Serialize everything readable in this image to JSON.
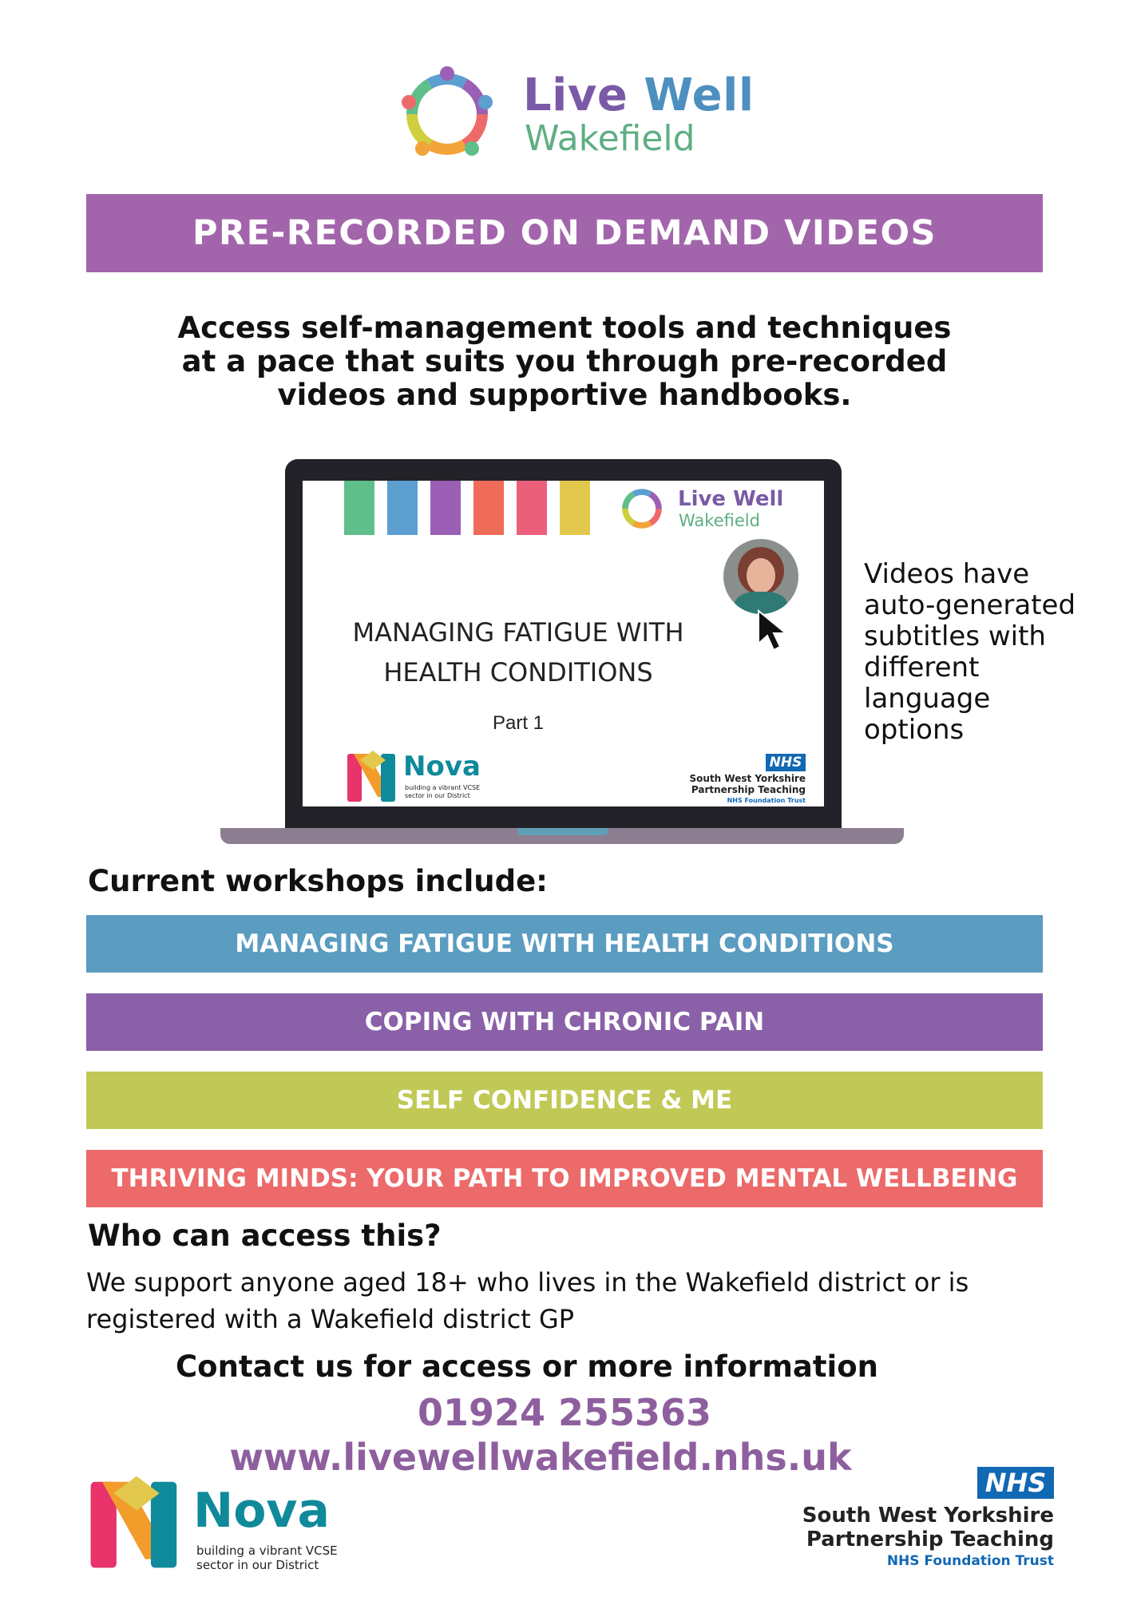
{
  "header": {
    "logo_line1_a": "Live",
    "logo_line1_b": "Well",
    "logo_line2": "Wakefield"
  },
  "banner": "PRE-RECORDED ON DEMAND VIDEOS",
  "intro": [
    "Access self-management tools and techniques",
    "at a pace that suits you through pre-recorded",
    "videos and supportive handbooks."
  ],
  "laptop": {
    "logo_line1": "Live Well",
    "logo_line2": "Wakefield",
    "title_line1": "MANAGING FATIGUE WITH",
    "title_line2": "HEALTH CONDITIONS",
    "part": "Part 1",
    "nova_name": "Nova",
    "nova_tag1": "building a vibrant VCSE",
    "nova_tag2": "sector in our District",
    "nhs_badge": "NHS",
    "nhs_line1": "South West Yorkshire",
    "nhs_line2": "Partnership Teaching",
    "nhs_trust": "NHS Foundation Trust"
  },
  "side_note": [
    "Videos have",
    "auto-generated",
    "subtitles with",
    "different",
    "language",
    "options"
  ],
  "workshops_heading": "Current workshops include:",
  "workshops": [
    {
      "label": "MANAGING FATIGUE WITH HEALTH CONDITIONS",
      "color": "#5b9cc1"
    },
    {
      "label": "COPING WITH CHRONIC PAIN",
      "color": "#8a60a8"
    },
    {
      "label": "SELF CONFIDENCE & ME",
      "color": "#c1c956"
    },
    {
      "label": "THRIVING MINDS: YOUR PATH TO IMPROVED MENTAL WELLBEING",
      "color": "#ec6a6a"
    }
  ],
  "access": {
    "heading": "Who can access this?",
    "line1": "We support anyone aged 18+ who lives in the Wakefield district or is",
    "line2": "registered with a Wakefield district GP"
  },
  "contact": {
    "heading": "Contact us for access or more information",
    "phone": "01924 255363",
    "website": "www.livewellwakefield.nhs.uk"
  },
  "footer": {
    "nova_name": "Nova",
    "nova_tag1": "building a vibrant VCSE",
    "nova_tag2": "sector in our District",
    "nhs_badge": "NHS",
    "nhs_line1": "South West Yorkshire",
    "nhs_line2": "Partnership Teaching",
    "nhs_trust": "NHS Foundation Trust"
  },
  "colors": {
    "live": "#7a5aa6",
    "well": "#4d8fbf",
    "wakefield": "#5fae83",
    "banner": "#a265ab",
    "contact": "#8e5f9e",
    "nhs_blue": "#1168b3"
  }
}
